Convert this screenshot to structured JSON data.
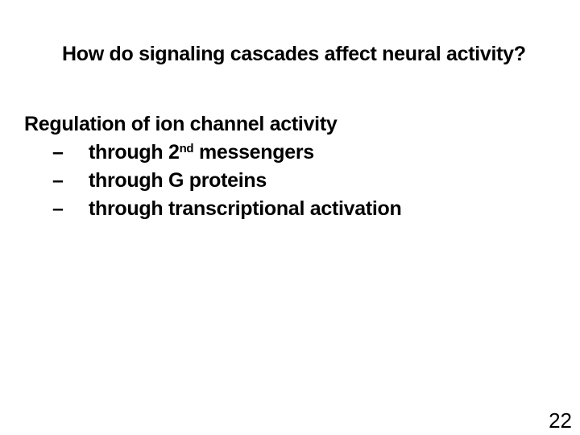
{
  "slide": {
    "background_color": "#ffffff",
    "text_color": "#000000",
    "title": "How do signaling cascades affect neural activity?",
    "body": {
      "heading": "Regulation of ion channel activity",
      "bullets": [
        {
          "marker": "–",
          "pre": "through 2",
          "sup": "nd",
          "post": " messengers"
        },
        {
          "marker": "–",
          "pre": "through G proteins",
          "sup": "",
          "post": ""
        },
        {
          "marker": "–",
          "pre": "through transcriptional activation",
          "sup": "",
          "post": ""
        }
      ]
    },
    "page_number": "22"
  }
}
